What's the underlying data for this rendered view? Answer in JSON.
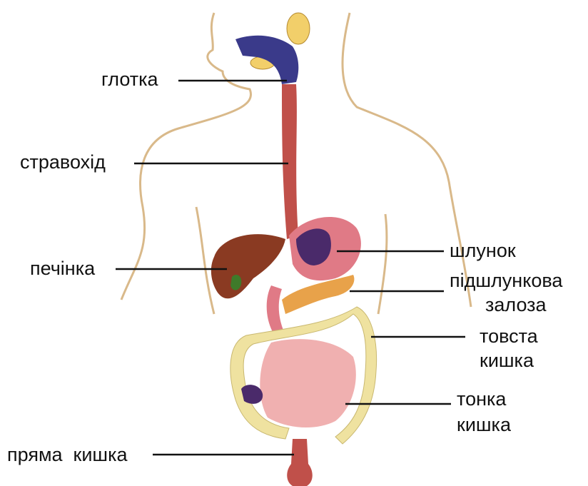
{
  "labels": {
    "pharynx": "глотка",
    "esophagus": "стравохід",
    "liver": "печінка",
    "stomach": "шлунок",
    "pancreas_line1": "підшлункова",
    "pancreas_line2": "залоза",
    "large_intestine_line1": "товста",
    "large_intestine_line2": "кишка",
    "small_intestine_line1": "тонка",
    "small_intestine_line2": "кишка",
    "rectum": "пряма  кишка"
  },
  "colors": {
    "body_outline": "#d9b98a",
    "esophagus": "#c0504a",
    "liver": "#8a3a22",
    "stomach": "#e07a86",
    "stomach_inner": "#4a2a6a",
    "pancreas": "#e8a24a",
    "large_intestine": "#efe2a0",
    "small_intestine": "#f0b0b0",
    "pharynx": "#3a3a8a",
    "salivary": "#f2cf6a",
    "leader_line": "#111111"
  }
}
